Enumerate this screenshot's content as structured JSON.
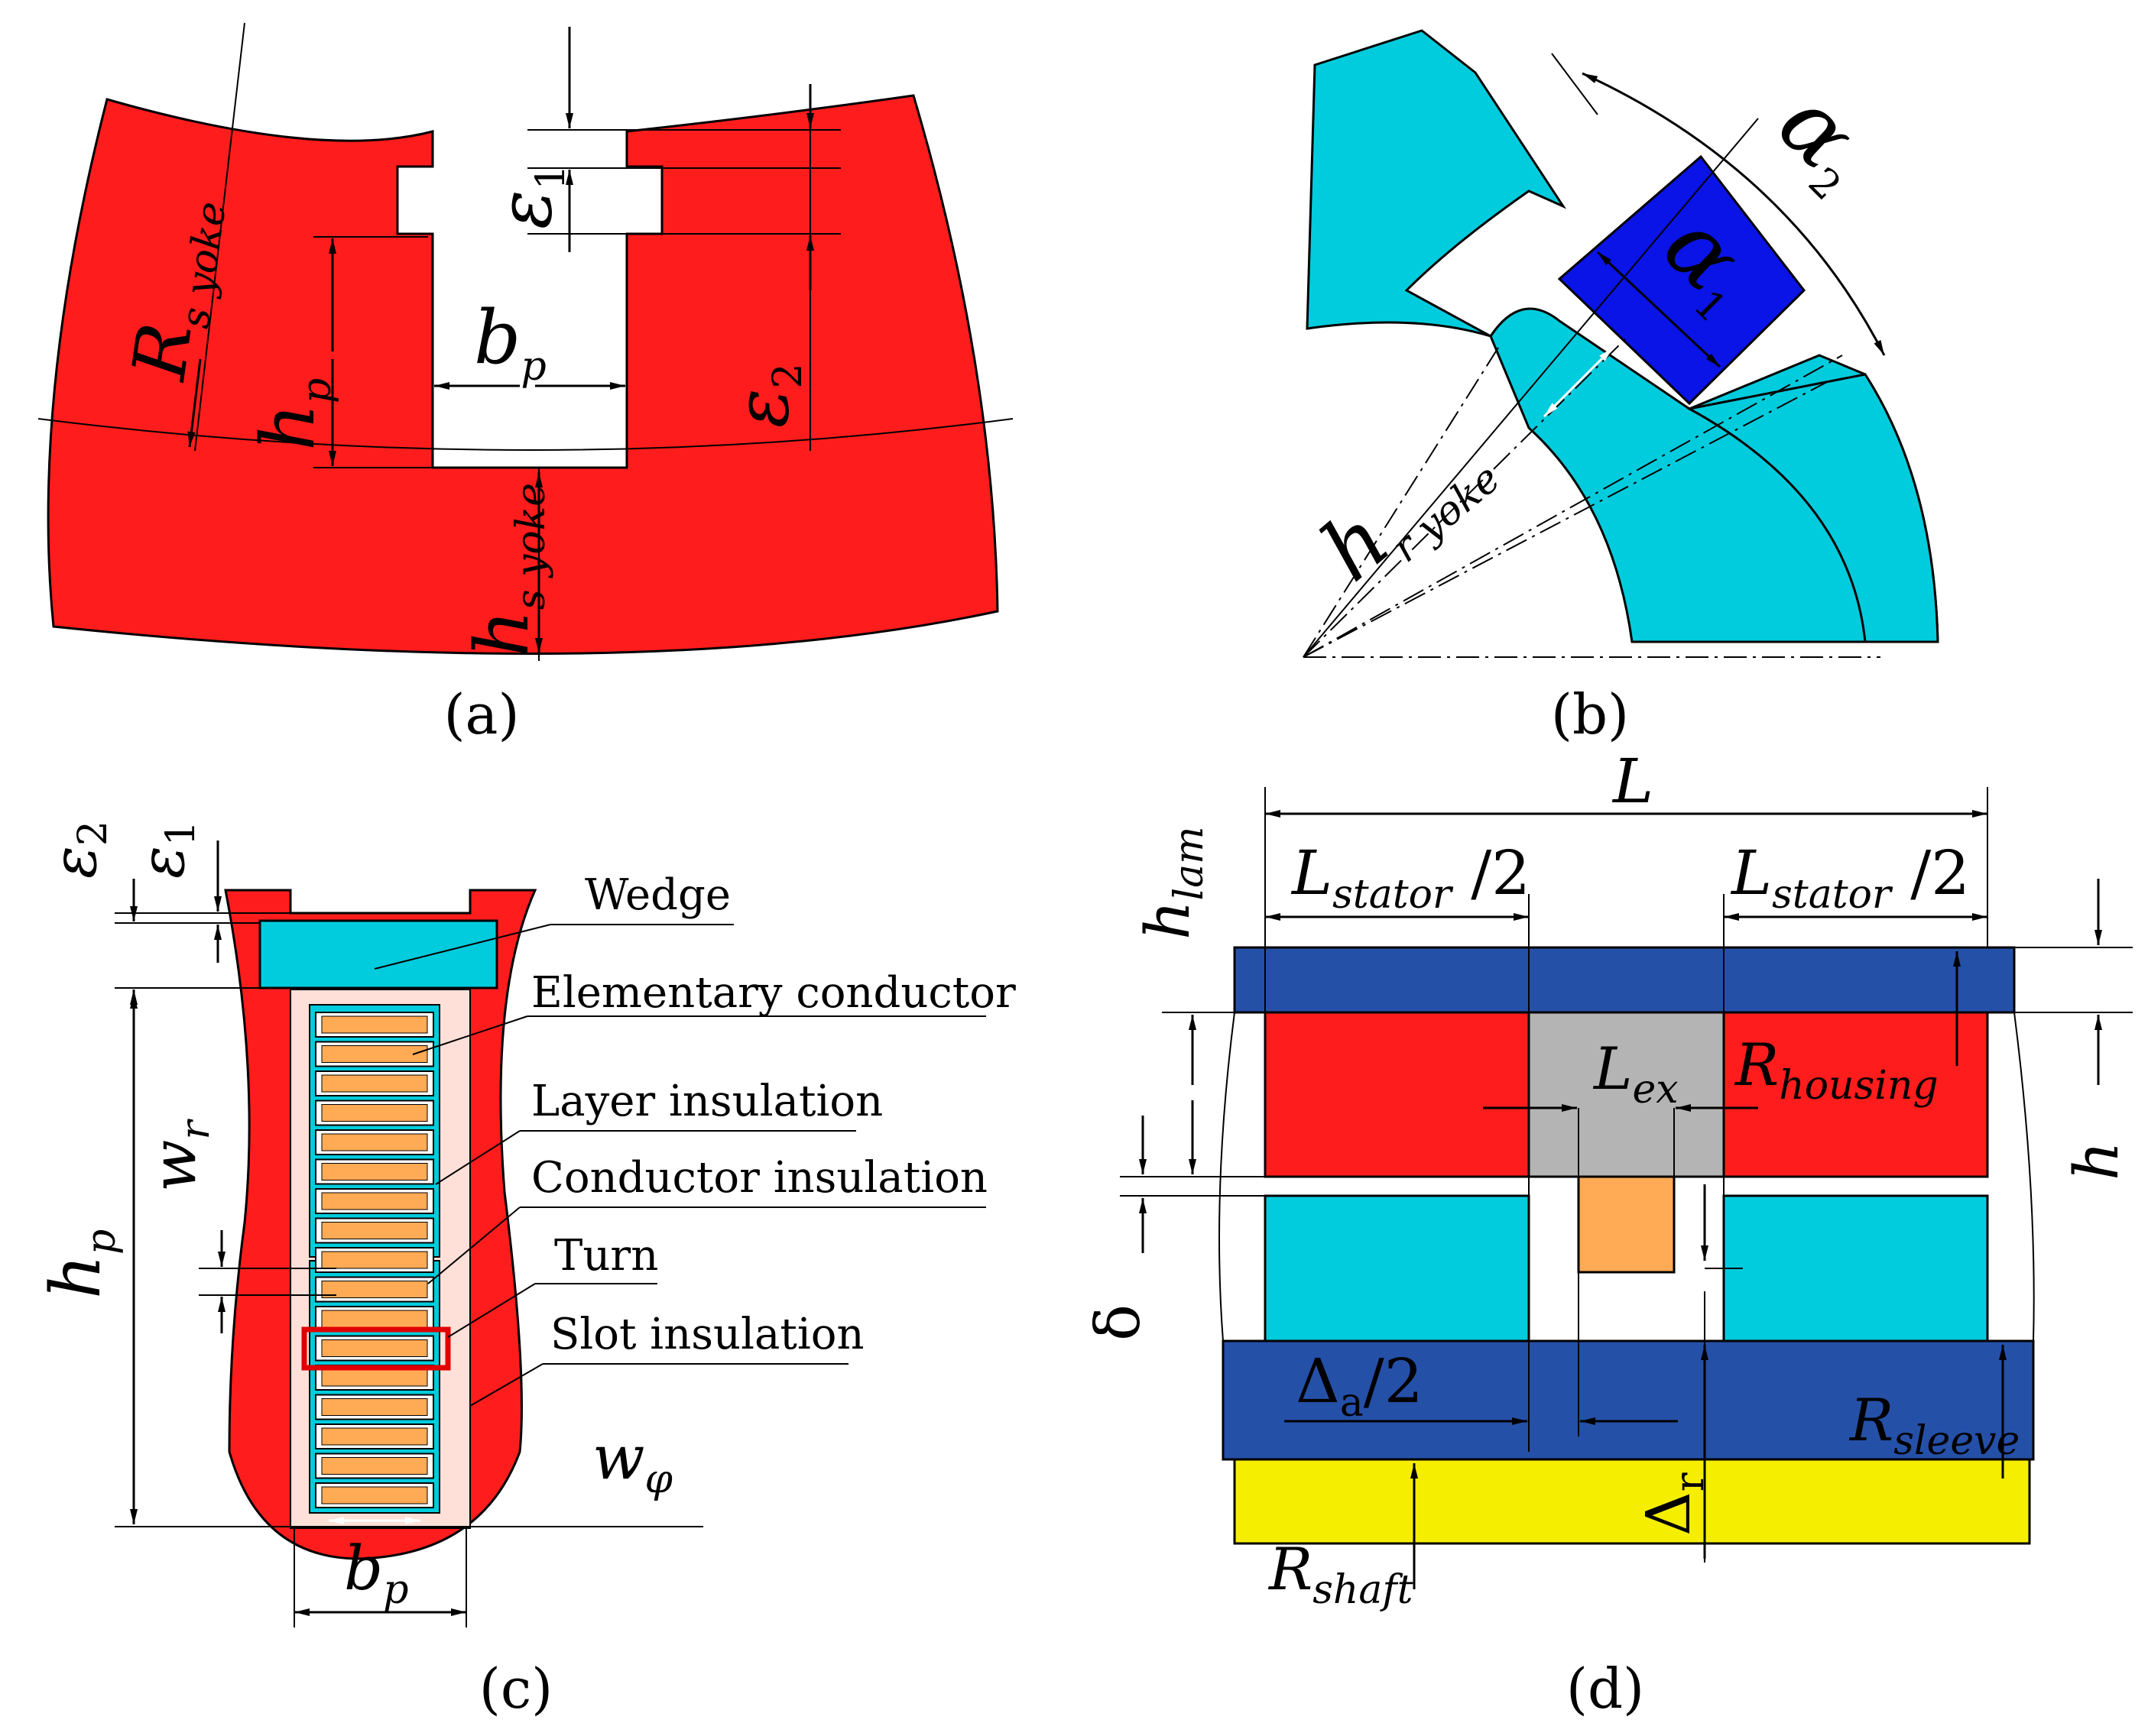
{
  "colors": {
    "stator_red": "#ff1c1c",
    "rotor_cyan": "#00ccdd",
    "magnet_blue": "#0a14e6",
    "housing_blue": "#2550a8",
    "exciter_gray": "#b4b4b4",
    "winding_orange": "#ffaa55",
    "insulation_pink": "#ffe0d8",
    "shaft_yellow": "#f5ee00"
  },
  "panel_a": {
    "caption": "(a)",
    "labels": {
      "eps1": "ε",
      "eps1_sub": "1",
      "eps2": "ε",
      "eps2_sub": "2",
      "bp": "b",
      "bp_sub": "p",
      "hp": "h",
      "hp_sub": "p",
      "rsyoke": "R",
      "rsyoke_sub": "s yoke",
      "hsyoke": "h",
      "hsyoke_sub": "s yoke"
    }
  },
  "panel_b": {
    "caption": "(b)",
    "labels": {
      "alpha1": "α",
      "alpha1_sub": "1",
      "alpha2": "α",
      "alpha2_sub": "2",
      "hryoke": "h",
      "hryoke_sub": "r yoke"
    }
  },
  "panel_c": {
    "caption": "(c)",
    "callouts": [
      "Wedge",
      "Elementary conductor",
      "Layer insulation",
      "Conductor insulation",
      "Turn",
      "Slot insulation"
    ],
    "labels": {
      "eps1": "ε",
      "eps1_sub": "1",
      "eps2": "ε",
      "eps2_sub": "2",
      "wr": "w",
      "wr_sub": "r",
      "hp": "h",
      "hp_sub": "p",
      "wphi": "w",
      "wphi_sub": "φ",
      "bp": "b",
      "bp_sub": "p"
    }
  },
  "panel_d": {
    "caption": "(d)",
    "labels": {
      "L": "L",
      "lstator": "L",
      "lstator_sub": "stator",
      "lstator_tail": " /2",
      "lex": "L",
      "lex_sub": "ex",
      "hlam": "h",
      "hlam_sub": "lam",
      "rhousing": "R",
      "rhousing_sub": "housing",
      "h": "h",
      "delta": "δ",
      "da": "Δ",
      "da_sub": "a",
      "da_tail": "/2",
      "rsleeve": "R",
      "rsleeve_sub": "sleeve",
      "dr": "Δ",
      "dr_sub": "r",
      "rshaft": "R",
      "rshaft_sub": "shaft"
    }
  }
}
